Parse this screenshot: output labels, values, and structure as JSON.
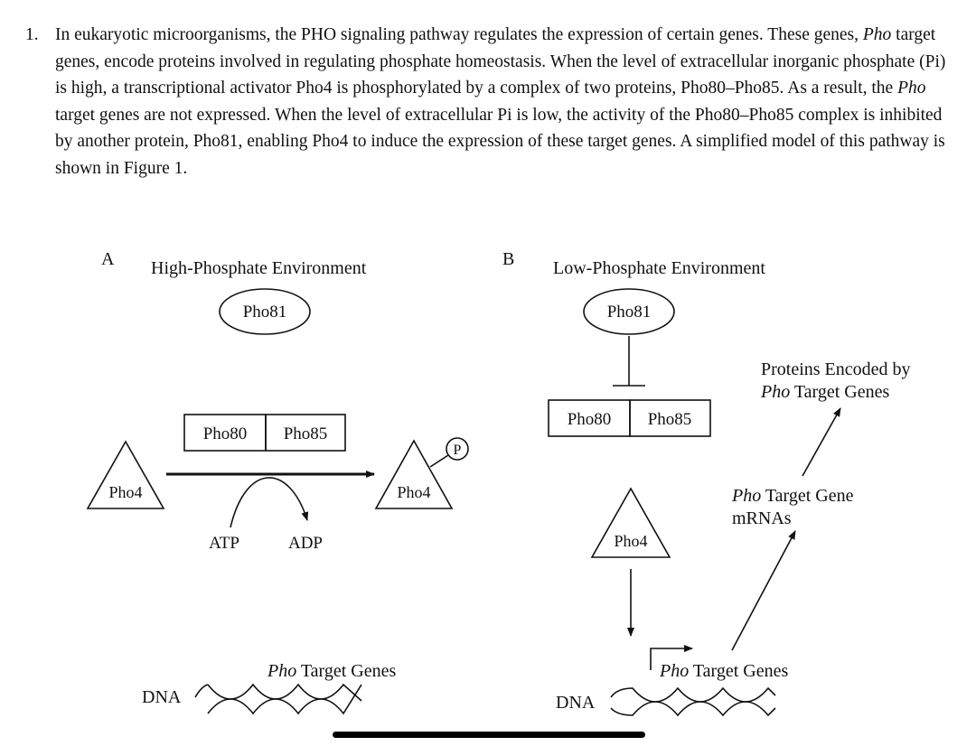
{
  "question": {
    "number": "1.",
    "segments": [
      {
        "text": "In eukaryotic microorganisms, the PHO signaling pathway regulates the expression of certain genes. These genes, ",
        "italic": false
      },
      {
        "text": "Pho",
        "italic": true
      },
      {
        "text": " target genes, encode proteins involved in regulating phosphate homeostasis. When the level of extracellular inorganic phosphate (Pi) is high, a transcriptional activator Pho4 is phosphorylated by a complex of two proteins, Pho80–Pho85. As a result, the ",
        "italic": false
      },
      {
        "text": "Pho",
        "italic": true
      },
      {
        "text": " target genes are not expressed. When the level of extracellular Pi is low, the activity of the Pho80–Pho85 complex is inhibited by another protein, Pho81, enabling Pho4 to induce the expression of these target genes. A simplified model of this pathway is shown in Figure 1.",
        "italic": false
      }
    ]
  },
  "panel_a": {
    "letter": "A",
    "title": "High-Phosphate Environment",
    "pho81": "Pho81",
    "pho80": "Pho80",
    "pho85": "Pho85",
    "pho4_left": "Pho4",
    "pho4_right": "Pho4",
    "phosphate": "P",
    "atp": "ATP",
    "adp": "ADP",
    "genes_italic": "Pho",
    "genes_rest": " Target Genes",
    "dna": "DNA"
  },
  "panel_b": {
    "letter": "B",
    "title": "Low-Phosphate Environment",
    "pho81": "Pho81",
    "pho80": "Pho80",
    "pho85": "Pho85",
    "pho4": "Pho4",
    "proteins_line1": "Proteins Encoded by",
    "proteins_italic": "Pho",
    "proteins_rest": " Target Genes",
    "mrna_italic": "Pho",
    "mrna_rest": " Target Gene",
    "mrna_line2": "mRNAs",
    "genes_italic": "Pho",
    "genes_rest": " Target Genes",
    "dna": "DNA"
  }
}
